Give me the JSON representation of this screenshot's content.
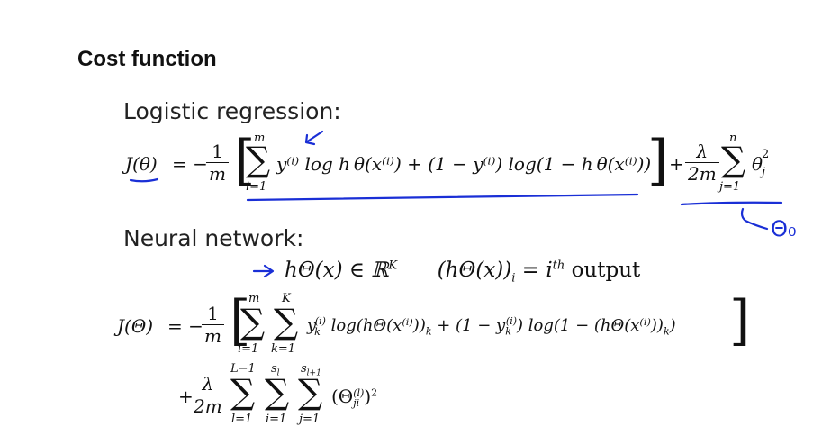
{
  "slide": {
    "title": "Cost function",
    "logistic_heading": "Logistic regression:",
    "neural_heading": "Neural network:",
    "logistic_formula": {
      "lhs": "J(θ)",
      "eq": "= −",
      "frac_num": "1",
      "frac_den": "m",
      "sum_upper": "m",
      "sum_lower": "i=1",
      "body": "y⁽ⁱ⁾ log h θ(x⁽ⁱ⁾) + (1 − y⁽ⁱ⁾) log(1 − h θ(x⁽ⁱ⁾))",
      "plus": "+",
      "reg_num": "λ",
      "reg_den": "2m",
      "reg_upper": "n",
      "reg_lower": "j=1",
      "reg_term": "θ",
      "reg_sub": "j",
      "reg_sup": "2"
    },
    "output_line": {
      "left": "hΘ(x) ∈ ℝ",
      "left_sup": "K",
      "right": "(hΘ(x))",
      "right_sub": "i",
      "right_eq": " = i",
      "right_sup": "th",
      "right_tail": " output"
    },
    "nn_formula": {
      "lhs": "J(Θ)",
      "eq": "= −",
      "frac_num": "1",
      "frac_den": "m",
      "sum1_upper": "m",
      "sum1_lower": "i=1",
      "sum2_upper": "K",
      "sum2_lower": "k=1",
      "body": "y",
      "body_sub": "k",
      "body_sup": "(i)",
      "body_rest": " log(hΘ(x⁽ⁱ⁾))",
      "body_k": "k",
      "body_mid": " + (1 − y",
      "body_mid_sub": "k",
      "body_mid_sup": "(i)",
      "body_tail": ") log(1 − (hΘ(x⁽ⁱ⁾))",
      "body_tail_k": "k",
      "body_close": ")",
      "reg_plus": "+",
      "reg_num": "λ",
      "reg_den": "2m",
      "s1_upper": "L−1",
      "s1_lower": "l=1",
      "s2_upper": "s",
      "s2_upper_sub": "l",
      "s2_lower": "i=1",
      "s3_upper": "s",
      "s3_upper_sub": "l+1",
      "s3_lower": "j=1",
      "reg_term": "(Θ",
      "reg_term_sup": "(l)",
      "reg_term_sub": "ji",
      "reg_term_close": ")",
      "reg_term_pow": "2"
    },
    "annotation": {
      "theta0": "Θ₀",
      "ink_color": "#1a2fd6"
    }
  }
}
